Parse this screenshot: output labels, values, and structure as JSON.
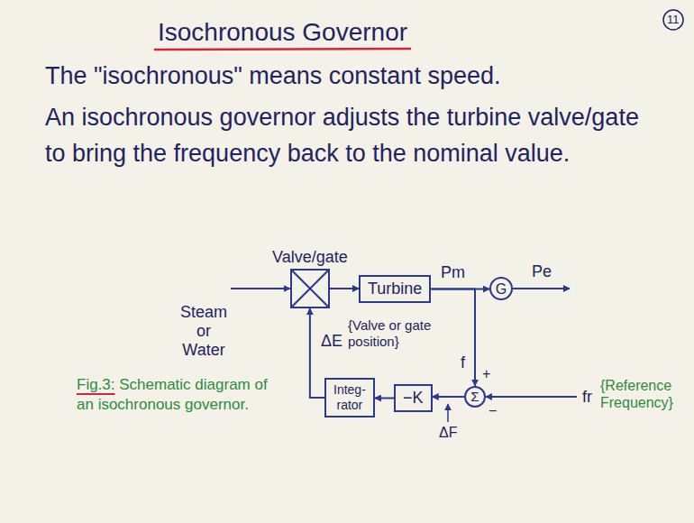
{
  "diagram": {
    "title": "Isochronous Governor",
    "caption": "Fig.3: Schematic diagram of an isochronous governor.",
    "nodes": [
      {
        "text": [
          "Valve/gate"
        ]
      },
      {
        "text": [
          "Turbine"
        ]
      },
      {
        "text": [
          "G"
        ]
      },
      {
        "text": [
          "Integ- rator"
        ]
      },
      {
        "text": [
          "−K"
        ]
      },
      {
        "text": [
          "Σ"
        ]
      }
    ],
    "edges": [
      {
        "from": 0,
        "to": 1,
        "arrow": "to"
      },
      {
        "from": 1,
        "to": 2,
        "label": "Pm",
        "arrow": "to"
      },
      {
        "from": 1,
        "to": 5,
        "label": "f",
        "arrow": "to"
      },
      {
        "from": 5,
        "to": 4,
        "label": "ΔF",
        "arrow": "to"
      },
      {
        "from": 4,
        "to": 3,
        "arrow": "to"
      },
      {
        "from": 3,
        "to": 0,
        "label": "ΔE",
        "arrow": "to"
      }
    ],
    "labels": [
      "11",
      "The \"isochronous\" means constant speed.",
      "An isochronous governor adjusts the turbine valve/gate to bring the frequency back to the nominal value.",
      "Steam or Water",
      "Pe",
      "+",
      "−",
      "fr",
      "{Reference Frequency}",
      "{Valve or gate position}"
    ]
  }
}
